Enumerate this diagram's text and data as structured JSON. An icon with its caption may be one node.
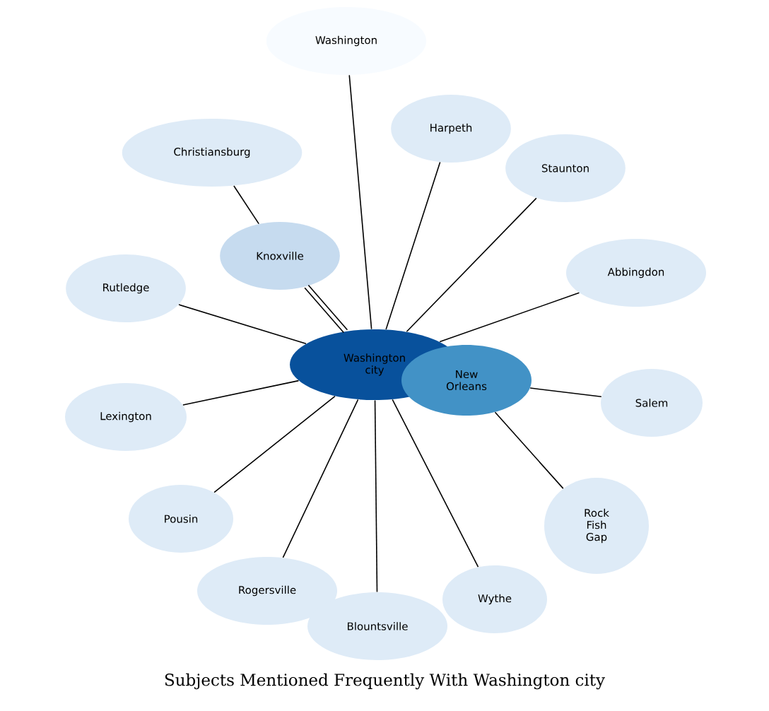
{
  "diagram": {
    "title": "Subjects Mentioned Frequently With Washington city",
    "nodes": [
      {
        "text": [
          "Washington city"
        ]
      },
      {
        "text": [
          "New Orleans"
        ]
      },
      {
        "text": [
          "Washington"
        ]
      },
      {
        "text": [
          "Christiansburg"
        ]
      },
      {
        "text": [
          "Harpeth"
        ]
      },
      {
        "text": [
          "Staunton"
        ]
      },
      {
        "text": [
          "Knoxville"
        ]
      },
      {
        "text": [
          "Abbingdon"
        ]
      },
      {
        "text": [
          "Rutledge"
        ]
      },
      {
        "text": [
          "Salem"
        ]
      },
      {
        "text": [
          "Lexington"
        ]
      },
      {
        "text": [
          "Rock Fish Gap"
        ]
      },
      {
        "text": [
          "Pousin"
        ]
      },
      {
        "text": [
          "Rogersville"
        ]
      },
      {
        "text": [
          "Blountsville"
        ]
      },
      {
        "text": [
          "Wythe"
        ]
      }
    ],
    "edges": [
      {
        "from": 0,
        "to": 2,
        "arrow": "none"
      },
      {
        "from": 0,
        "to": 4,
        "arrow": "none"
      },
      {
        "from": 0,
        "to": 5,
        "arrow": "none"
      },
      {
        "from": 0,
        "to": 7,
        "arrow": "none"
      },
      {
        "from": 0,
        "to": 6,
        "arrow": "none"
      },
      {
        "from": 0,
        "to": 6,
        "arrow": "none"
      },
      {
        "from": 6,
        "to": 3,
        "arrow": "none"
      },
      {
        "from": 0,
        "to": 8,
        "arrow": "none"
      },
      {
        "from": 0,
        "to": 10,
        "arrow": "none"
      },
      {
        "from": 0,
        "to": 12,
        "arrow": "none"
      },
      {
        "from": 0,
        "to": 13,
        "arrow": "none"
      },
      {
        "from": 0,
        "to": 14,
        "arrow": "none"
      },
      {
        "from": 0,
        "to": 15,
        "arrow": "none"
      },
      {
        "from": 1,
        "to": 9,
        "arrow": "none"
      },
      {
        "from": 1,
        "to": 11,
        "arrow": "none"
      }
    ]
  }
}
